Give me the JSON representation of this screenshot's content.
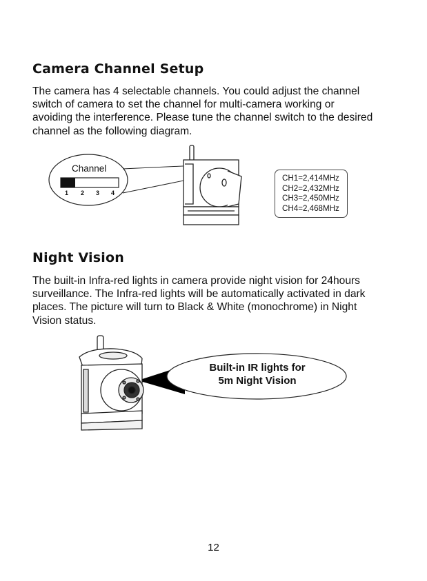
{
  "section1": {
    "heading": "Camera Channel Setup",
    "lines": [
      "The camera has 4 selectable channels. You could adjust the channel",
      "switch of camera to set the channel for multi-camera working or",
      "avoiding the interference. Please tune the channel switch to the desired",
      "channel as the following diagram."
    ]
  },
  "diagram1": {
    "channel_label": "Channel",
    "switch_numbers": [
      "1",
      "2",
      "3",
      "4"
    ],
    "frequencies": [
      "CH1=2,414MHz",
      "CH2=2,432MHz",
      "CH3=2,450MHz",
      "CH4=2,468MHz"
    ]
  },
  "section2": {
    "heading": "Night Vision",
    "lines": [
      "The built-in Infra-red lights in camera provide night vision for 24hours",
      "surveillance. The Infra-red lights will be automatically activated in dark",
      "places. The picture will turn to Black & White (monochrome) in Night",
      "Vision status."
    ]
  },
  "diagram2": {
    "callout_lines": [
      "Built-in IR lights for",
      "5m Night Vision"
    ]
  },
  "page_number": "12"
}
